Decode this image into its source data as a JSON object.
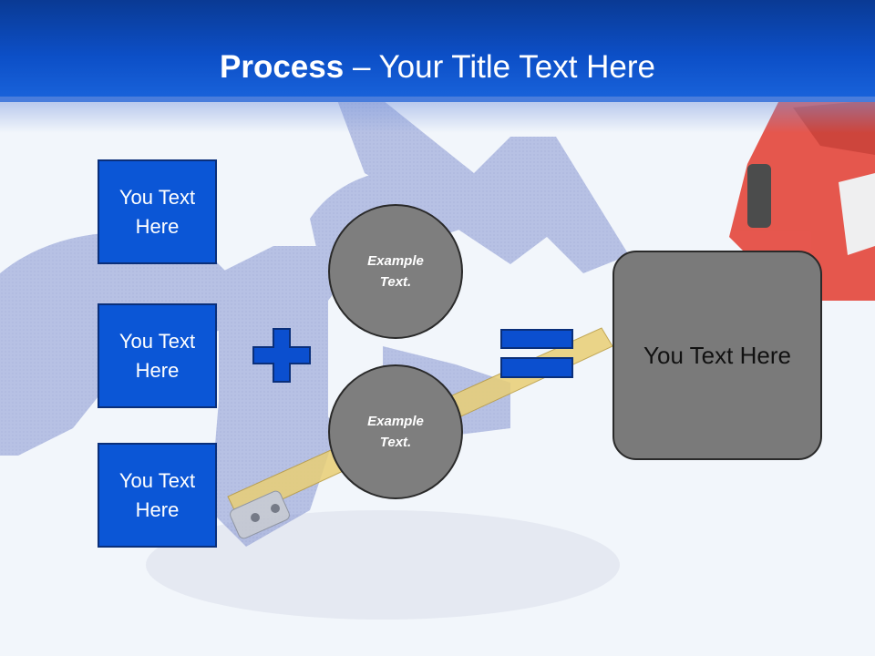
{
  "slide": {
    "title_bold": "Process",
    "title_rest": " – Your Title Text Here"
  },
  "left_boxes": [
    {
      "text": "You Text Here"
    },
    {
      "text": "You Text Here"
    },
    {
      "text": "You Text Here"
    }
  ],
  "circles": [
    {
      "text": "Example Text."
    },
    {
      "text": "Example Text."
    }
  ],
  "result_box": {
    "text": "You Text Here"
  },
  "colors": {
    "header_blue": "#0c4fc7",
    "box_blue": "#0b56d6",
    "operator_blue": "#0b4fcf",
    "circle_gray": "#7e7e7e",
    "result_gray": "#7a7a7a"
  },
  "icons": {
    "plus": "plus-icon",
    "equals": "equals-icon",
    "background": "tape-measure-illustration"
  }
}
